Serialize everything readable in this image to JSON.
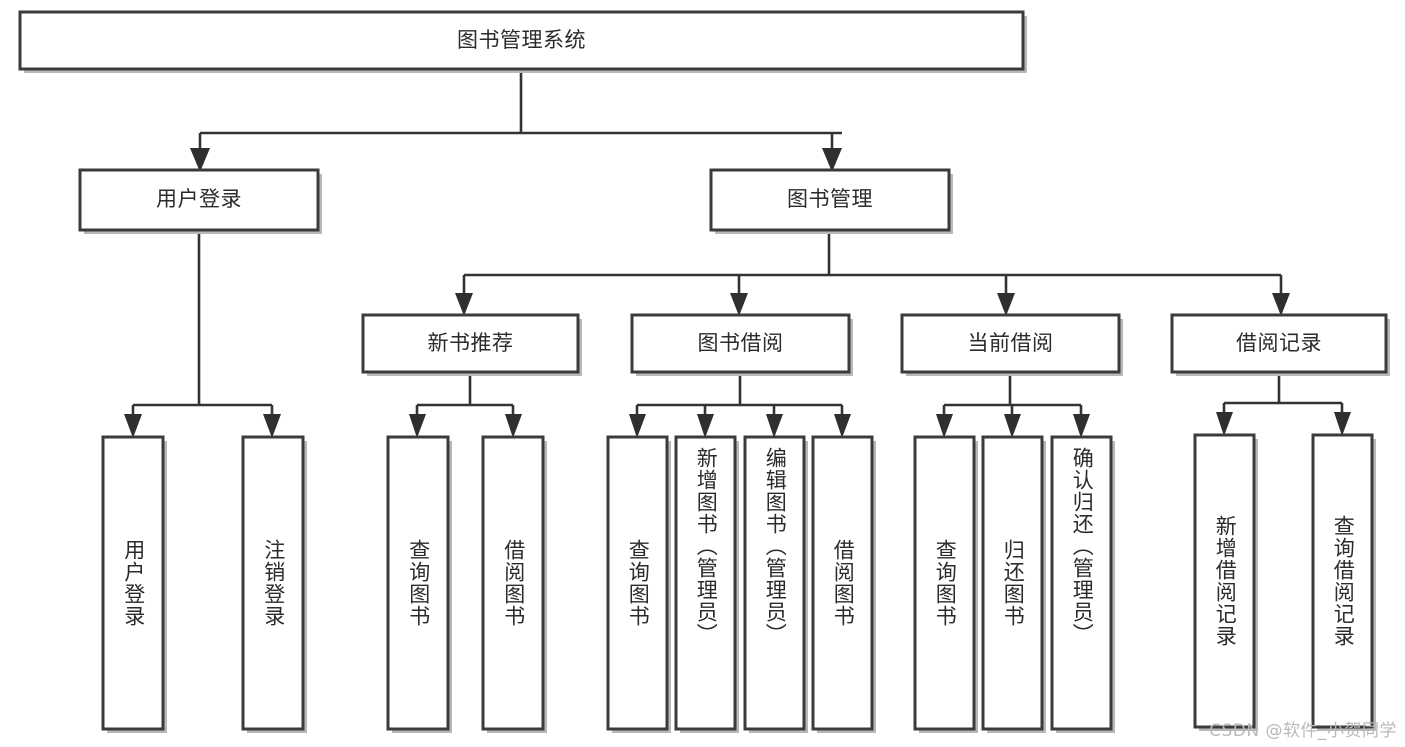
{
  "diagram": {
    "type": "tree",
    "title": "图书管理系统",
    "watermark": "CSDN @软件_小贺同学",
    "root": {
      "id": "root",
      "label": "图书管理系统",
      "orientation": "horizontal"
    },
    "level2": [
      {
        "id": "user-login",
        "label": "用户登录",
        "orientation": "horizontal"
      },
      {
        "id": "book-manage",
        "label": "图书管理",
        "orientation": "horizontal"
      }
    ],
    "level3": [
      {
        "id": "new-book-rec",
        "label": "新书推荐",
        "orientation": "horizontal",
        "parent": "book-manage"
      },
      {
        "id": "book-borrow",
        "label": "图书借阅",
        "orientation": "horizontal",
        "parent": "book-manage"
      },
      {
        "id": "current-borrow",
        "label": "当前借阅",
        "orientation": "horizontal",
        "parent": "book-manage"
      },
      {
        "id": "borrow-record",
        "label": "借阅记录",
        "orientation": "horizontal",
        "parent": "book-manage"
      }
    ],
    "leaves": [
      {
        "id": "leaf-user-login",
        "label": "用户登录",
        "orientation": "vertical",
        "parent": "user-login"
      },
      {
        "id": "leaf-logout-login",
        "label": "注销登录",
        "orientation": "vertical",
        "parent": "user-login"
      },
      {
        "id": "leaf-query-book-1",
        "label": "查询图书",
        "orientation": "vertical",
        "parent": "new-book-rec"
      },
      {
        "id": "leaf-borrow-book-1",
        "label": "借阅图书",
        "orientation": "vertical",
        "parent": "new-book-rec"
      },
      {
        "id": "leaf-query-book-2",
        "label": "查询图书",
        "orientation": "vertical",
        "parent": "book-borrow"
      },
      {
        "id": "leaf-add-book",
        "label": "新增图书（管理员）",
        "orientation": "vertical",
        "parent": "book-borrow"
      },
      {
        "id": "leaf-edit-book",
        "label": "编辑图书（管理员）",
        "orientation": "vertical",
        "parent": "book-borrow"
      },
      {
        "id": "leaf-borrow-book-2",
        "label": "借阅图书",
        "orientation": "vertical",
        "parent": "book-borrow"
      },
      {
        "id": "leaf-query-book-3",
        "label": "查询图书",
        "orientation": "vertical",
        "parent": "current-borrow"
      },
      {
        "id": "leaf-return-book",
        "label": "归还图书",
        "orientation": "vertical",
        "parent": "current-borrow"
      },
      {
        "id": "leaf-confirm-return",
        "label": "确认归还（管理员）",
        "orientation": "vertical",
        "parent": "current-borrow"
      },
      {
        "id": "leaf-add-record",
        "label": "新增借阅记录",
        "orientation": "vertical",
        "parent": "borrow-record"
      },
      {
        "id": "leaf-query-record",
        "label": "查询借阅记录",
        "orientation": "vertical",
        "parent": "borrow-record"
      }
    ],
    "colors": {
      "box_stroke": "#3b3b3b",
      "box_fill": "#ffffff",
      "connector": "#333333",
      "text": "#2b2b2b",
      "watermark": "#b9b9b9",
      "background": "#ffffff"
    }
  }
}
